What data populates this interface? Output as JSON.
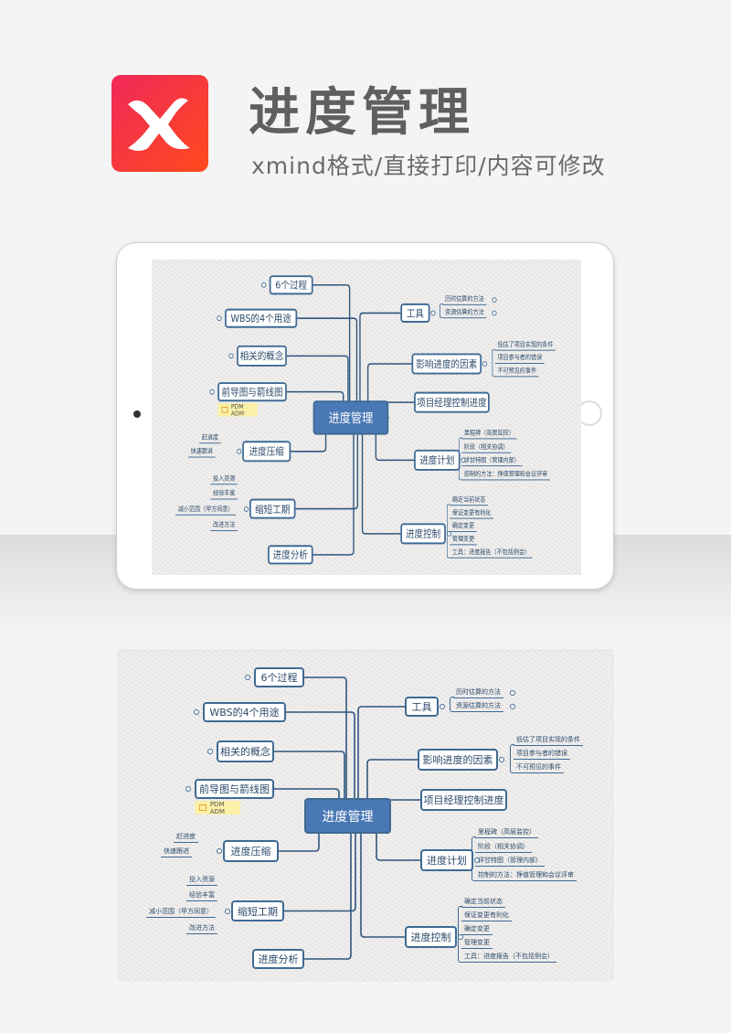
{
  "header": {
    "title": "进度管理",
    "subtitle": "xmind格式/直接打印/内容可修改",
    "logo_letter": "X",
    "brand_color": "#f0285a"
  },
  "mindmap": {
    "center": "进度管理",
    "left": [
      {
        "label": "6个过程"
      },
      {
        "label": "WBS的4个用途"
      },
      {
        "label": "相关的概念"
      },
      {
        "label": "前导图与箭线图",
        "note": "PDM ADM"
      },
      {
        "label": "进度压缩",
        "children": [
          "赶进度",
          "快速跟进"
        ]
      },
      {
        "label": "缩短工期",
        "children": [
          "投入资源",
          "经验丰富",
          "减小范围（甲方同意）",
          "改进方法"
        ]
      },
      {
        "label": "进度分析"
      }
    ],
    "right": [
      {
        "label": "工具",
        "children": [
          "历时估算的方法",
          "资源估算的方法"
        ]
      },
      {
        "label": "影响进度的因素",
        "children": [
          "低估了项目实现的条件",
          "项目参与者的错误",
          "不可预见的事件"
        ]
      },
      {
        "label": "项目经理控制进度"
      },
      {
        "label": "进度计划",
        "children": [
          "里程碑（高层监控）",
          "阶段（相关协调）",
          "详甘特图（管理内部）",
          "控制的方法：挣值管理和会议评审"
        ]
      },
      {
        "label": "进度控制",
        "children": [
          "确定当前状态",
          "保证变更有利化",
          "确定变更",
          "管理变更",
          "工具：进度报告（不包括例会）"
        ]
      }
    ]
  }
}
